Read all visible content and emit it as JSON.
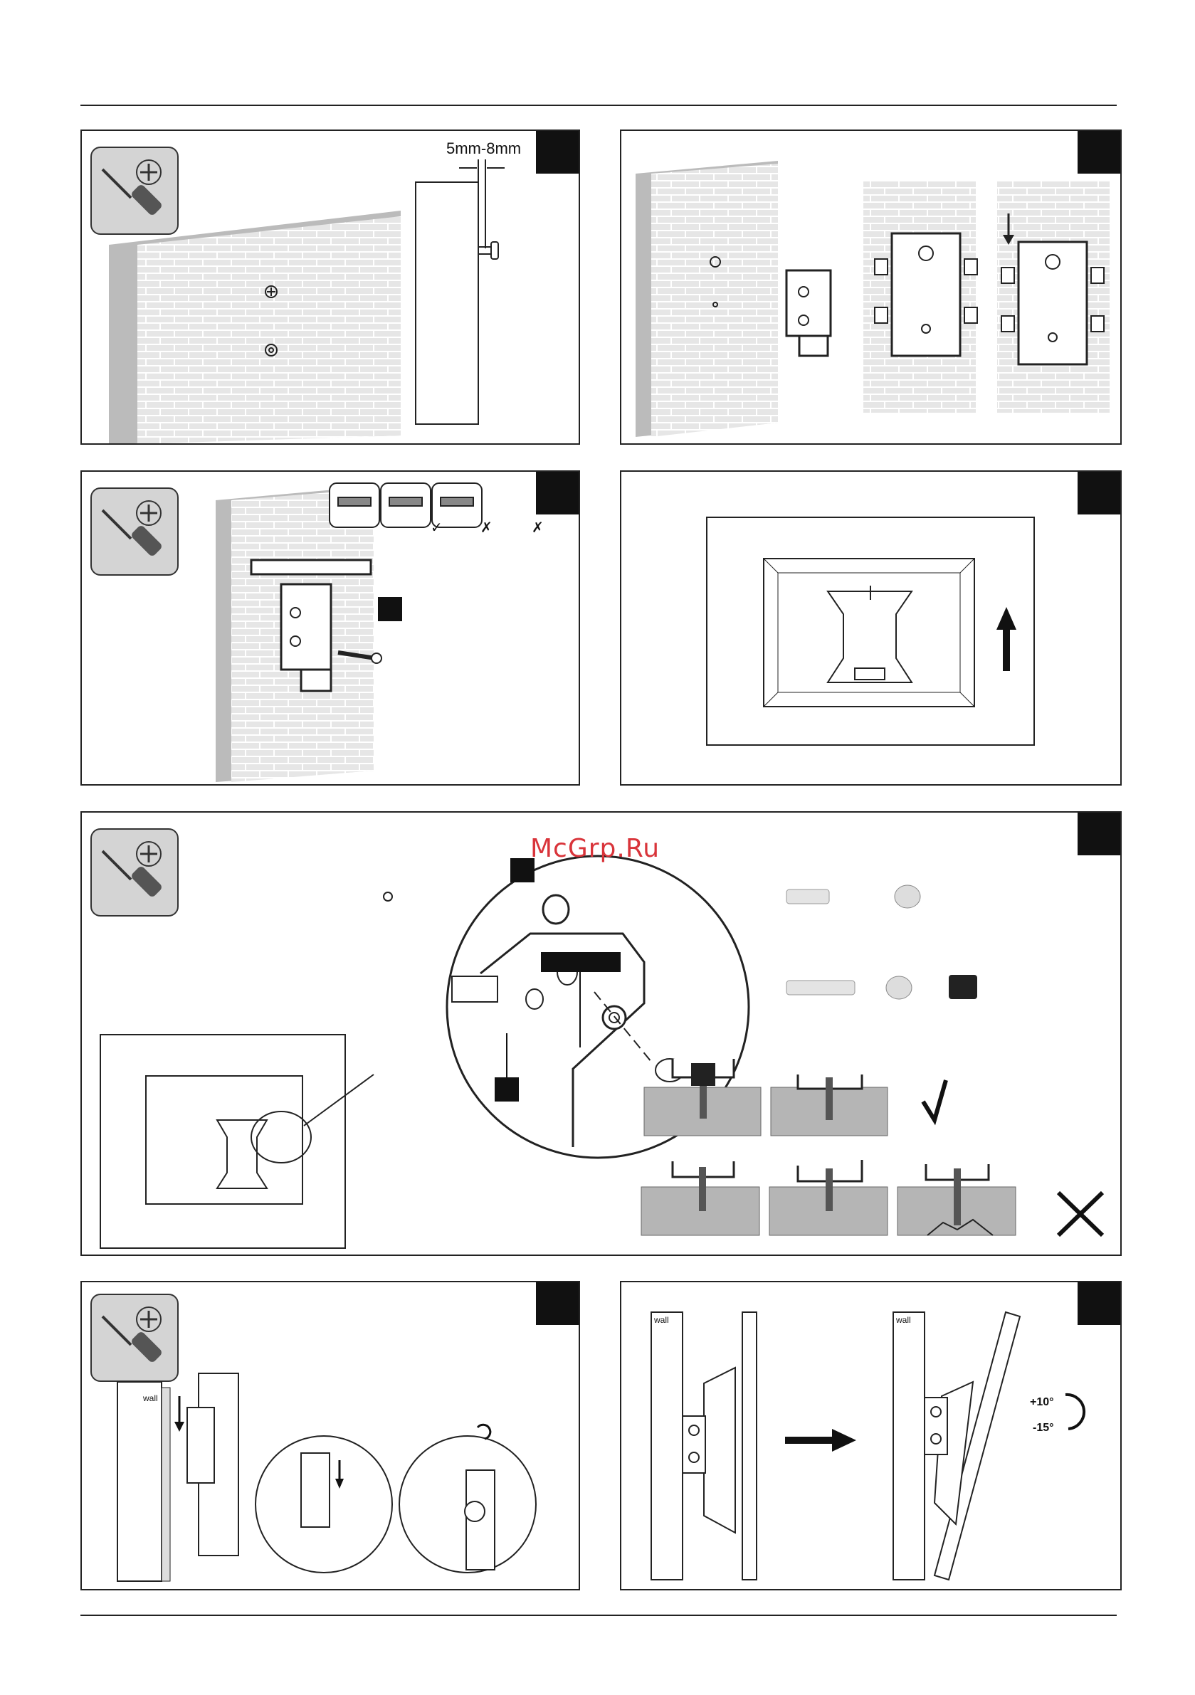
{
  "watermark": "McGrp.Ru",
  "step1": {
    "gap_label": "5mm-8mm"
  },
  "step8": {
    "wall_left": "wall",
    "wall_right": "wall",
    "tilt_up": "+10°",
    "tilt_down": "-15°"
  },
  "step7": {
    "wall_label": "wall"
  },
  "level_marks": [
    "✓",
    "✗",
    "✗"
  ],
  "result_marks": {
    "correct": "✓",
    "wrong": "✗"
  },
  "icons": {
    "tool": "screwdriver-icon",
    "screw_head": "phillips-screw-icon"
  }
}
